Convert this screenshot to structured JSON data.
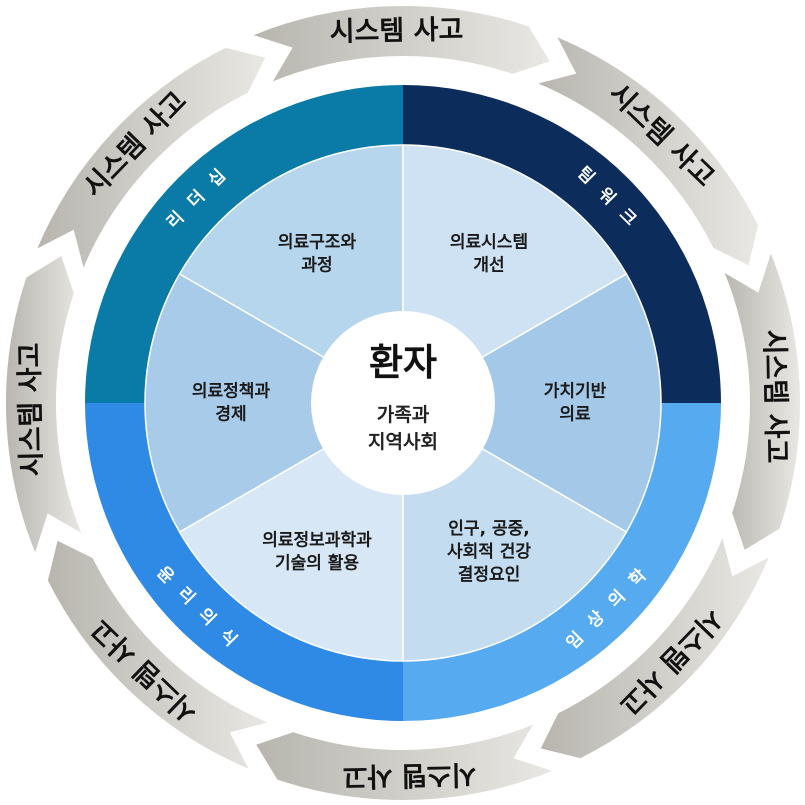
{
  "center": {
    "title": "환자",
    "subtitle_lines": [
      "가족과",
      "지역사회"
    ]
  },
  "segments": [
    {
      "lines": [
        "의료구조와",
        "과정"
      ],
      "color": "#b6d6ee"
    },
    {
      "lines": [
        "의료시스템",
        "개선"
      ],
      "color": "#cfe2f3"
    },
    {
      "lines": [
        "가치기반",
        "의료"
      ],
      "color": "#a4c8e7"
    },
    {
      "lines": [
        "인구, 공중,",
        "사회적 건강",
        "결정요인"
      ],
      "color": "#c3dcf0"
    },
    {
      "lines": [
        "의료정보과학과",
        "기술의 활용"
      ],
      "color": "#d8e7f5"
    },
    {
      "lines": [
        "의료정책과",
        "경제"
      ],
      "color": "#a8cbea"
    }
  ],
  "ring": [
    {
      "label": "리 더 십",
      "color": "#0a7aa6"
    },
    {
      "label": "팀 워 크",
      "color": "#0c2c5b"
    },
    {
      "label": "임 상 의 학",
      "color": "#56aaf0"
    },
    {
      "label": "윤 리 의 식",
      "color": "#2f8ae6"
    }
  ],
  "arrows": [
    {
      "label": "시스템 사고"
    },
    {
      "label": "시스템 사고"
    },
    {
      "label": "시스템 사고"
    },
    {
      "label": "시스템 사고"
    },
    {
      "label": "시스템 사고"
    },
    {
      "label": "시스템 사고"
    },
    {
      "label": "시스템 사고"
    },
    {
      "label": "시스템 사고"
    }
  ],
  "colors": {
    "arrow_light": "#e9e8e4",
    "arrow_dark": "#b7b5ae"
  }
}
